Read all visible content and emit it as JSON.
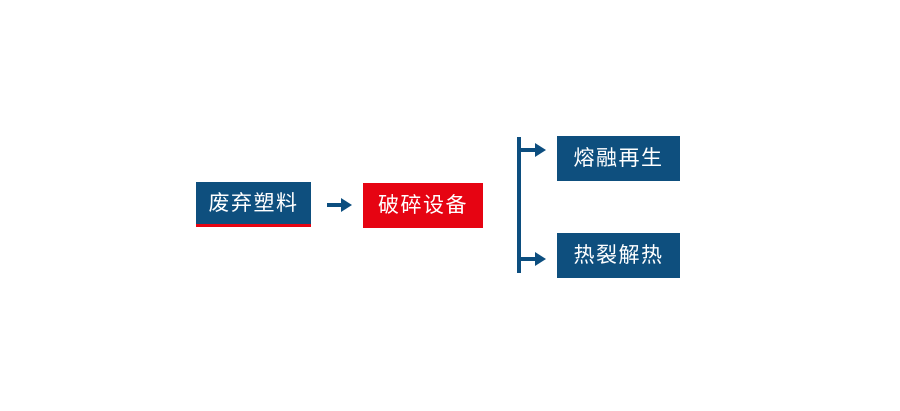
{
  "diagram": {
    "background": "#ffffff",
    "colors": {
      "node_blue": "#0e4f7e",
      "node_red": "#e60412",
      "accent_red": "#e60412",
      "connector_blue": "#0c4e7f",
      "text_white": "#ffffff"
    },
    "nodes": [
      {
        "id": "waste-plastic",
        "label": "废弃塑料"
      },
      {
        "id": "crushing-equipment",
        "label": "破碎设备"
      },
      {
        "id": "melt-regeneration",
        "label": "熔融再生"
      },
      {
        "id": "pyrolysis",
        "label": "热裂解热"
      }
    ],
    "edges": [
      {
        "from": "waste-plastic",
        "to": "crushing-equipment",
        "type": "arrow"
      },
      {
        "from": "crushing-equipment",
        "to": "melt-regeneration",
        "type": "branch-arrow"
      },
      {
        "from": "crushing-equipment",
        "to": "pyrolysis",
        "type": "branch-arrow"
      }
    ]
  }
}
